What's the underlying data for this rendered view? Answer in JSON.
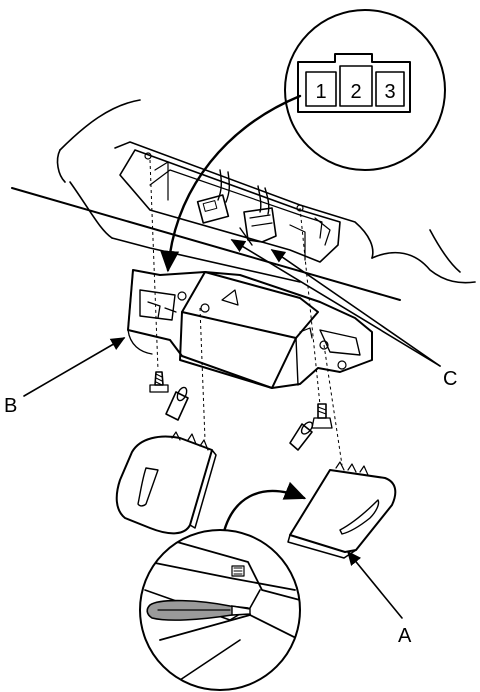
{
  "connector": {
    "pins": [
      "1",
      "2",
      "3"
    ]
  },
  "callouts": {
    "a": "A",
    "b": "B",
    "c": "C"
  },
  "icons": [
    "connector-inset",
    "release-clip-inset",
    "map-lamp-assembly"
  ],
  "colors": {
    "line": "#000000",
    "fill": "#ffffff",
    "shade": "#9a9a9a"
  }
}
